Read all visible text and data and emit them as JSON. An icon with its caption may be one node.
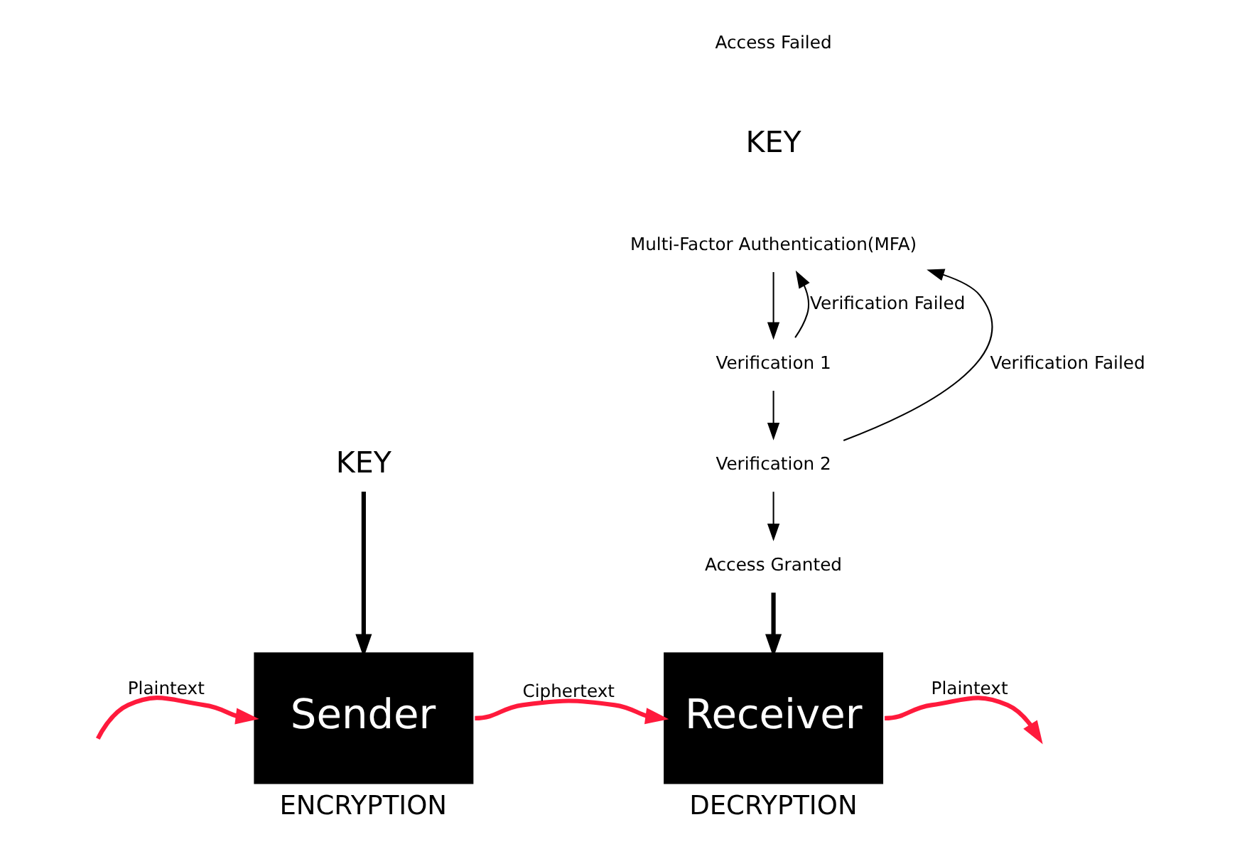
{
  "diagram": {
    "nodes": [
      {
        "text": [
          "Multi-Factor Authentication(MFA)"
        ]
      },
      {
        "text": [
          "Verification 1"
        ]
      },
      {
        "text": [
          "Verification 2"
        ]
      },
      {
        "text": [
          "Access Granted"
        ]
      },
      {
        "text": [
          "KEY"
        ]
      },
      {
        "text": [
          "Sender"
        ],
        "beside": [
          "ENCRYPTION"
        ]
      },
      {
        "text": [
          "Receiver"
        ],
        "beside": [
          "DECRYPTION"
        ]
      }
    ],
    "edges": [
      {
        "from": 0,
        "to": 1,
        "arrow": "to"
      },
      {
        "from": 1,
        "to": 2,
        "arrow": "to"
      },
      {
        "from": 2,
        "to": 3,
        "arrow": "to"
      },
      {
        "from": 1,
        "to": 0,
        "arrow": "to",
        "label": "Verification Failed"
      },
      {
        "from": 2,
        "to": 0,
        "arrow": "to",
        "label": "Verification Failed"
      },
      {
        "from": 3,
        "to": 6,
        "arrow": "to",
        "style": "thick"
      },
      {
        "from": 4,
        "to": 5,
        "arrow": "to",
        "style": "thick"
      },
      {
        "from": null,
        "to": 5,
        "arrow": "to",
        "label": "Plaintext",
        "style": "thick",
        "color": "#ff1a3c"
      },
      {
        "from": 5,
        "to": 6,
        "arrow": "to",
        "label": "Ciphertext",
        "style": "thick",
        "color": "#ff1a3c"
      },
      {
        "from": 6,
        "to": null,
        "arrow": "to",
        "label": "Plaintext",
        "style": "thick",
        "color": "#ff1a3c"
      }
    ],
    "labels": [
      "Access Failed",
      "KEY"
    ]
  }
}
